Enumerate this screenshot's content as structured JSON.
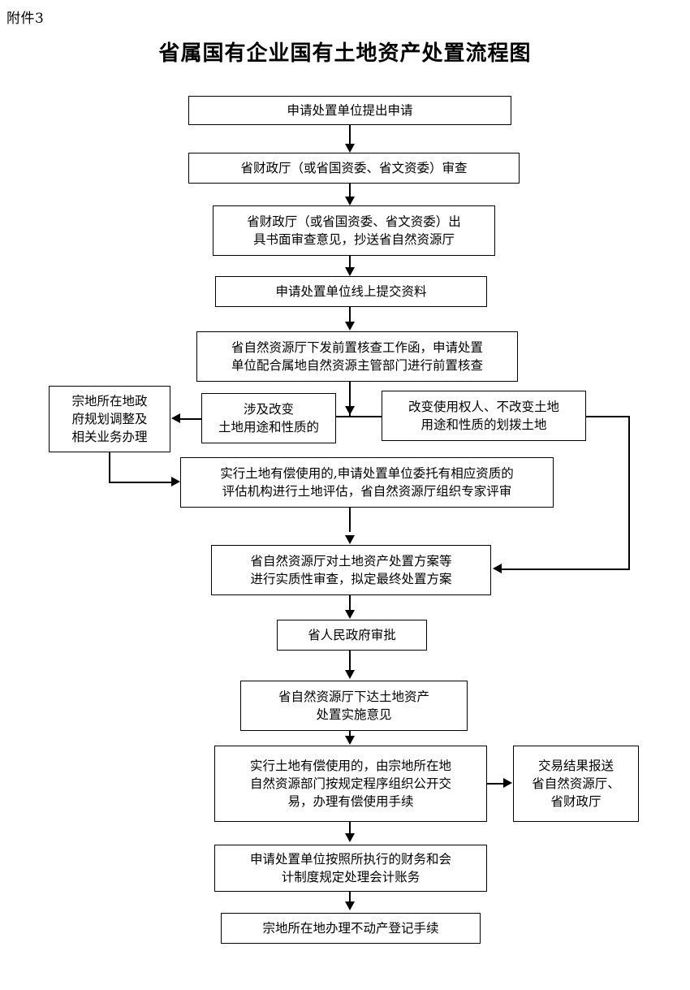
{
  "header": {
    "attachment_label": "附件3",
    "title": "省属国有企业国有土地资产处置流程图"
  },
  "flow": {
    "nodes": [
      {
        "id": "apply",
        "label": "申请处置单位提出申请"
      },
      {
        "id": "finance-review",
        "label": "省财政厅（或省国资委、省文资委）审查"
      },
      {
        "id": "written-opinion",
        "label": "省财政厅（或省国资委、省文资委）出\n具书面审查意见，抄送省自然资源厅"
      },
      {
        "id": "online-submit",
        "label": "申请处置单位线上提交资料"
      },
      {
        "id": "pre-check",
        "label": "省自然资源厅下发前置核查工作函，申请处置\n单位配合属地自然资源主管部门进行前置核查"
      },
      {
        "id": "plan-adjust",
        "label": "宗地所在地政\n府规划调整及\n相关业务办理"
      },
      {
        "id": "branch-change-use",
        "label": "涉及改变\n土地用途和性质的"
      },
      {
        "id": "branch-change-holder",
        "label": "改变使用权人、不改变土地\n用途和性质的划拨土地"
      },
      {
        "id": "appraisal",
        "label": "实行土地有偿使用的,申请处置单位委托有相应资质的\n评估机构进行土地评估，省自然资源厅组织专家评审"
      },
      {
        "id": "substantive-review",
        "label": "省自然资源厅对土地资产处置方案等\n进行实质性审查，拟定最终处置方案"
      },
      {
        "id": "gov-approval",
        "label": "省人民政府审批"
      },
      {
        "id": "implement-opinion",
        "label": "省自然资源厅下达土地资产\n处置实施意见"
      },
      {
        "id": "public-transaction",
        "label": "实行土地有偿使用的，由宗地所在地\n自然资源部门按规定程序组织公开交\n易，办理有偿使用手续"
      },
      {
        "id": "report-result",
        "label": "交易结果报送\n省自然资源厅、\n省财政厅"
      },
      {
        "id": "accounting",
        "label": "申请处置单位按照所执行的财务和会\n计制度规定处理会计账务"
      },
      {
        "id": "registration",
        "label": "宗地所在地办理不动产登记手续"
      }
    ]
  },
  "style": {
    "line_color": "#000000",
    "box_fill": "#ffffff",
    "page_background": "#ffffff"
  }
}
